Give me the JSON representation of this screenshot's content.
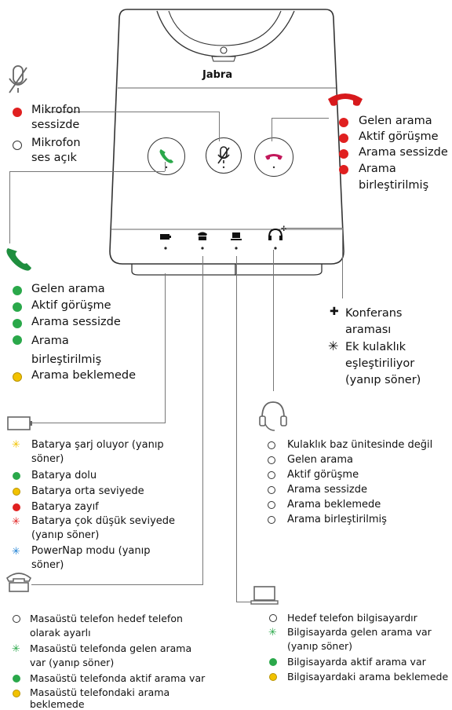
{
  "brand": "Jabra",
  "mute": {
    "items": [
      {
        "label": "Mikrofon\nsessizde",
        "color": "#e02020"
      },
      {
        "label": "Mikrofon\nses açık",
        "color": "ring"
      }
    ]
  },
  "hangup": {
    "items": [
      "Gelen arama",
      "Aktif görüşme",
      "Arama sessizde",
      "Arama\nbirleştirilmiş"
    ]
  },
  "answer": {
    "items": [
      "Gelen arama",
      "Aktif görüşme",
      "Arama sessizde",
      "Arama\nbirleştirilmiş",
      "Arama beklemede"
    ]
  },
  "conference": {
    "conf_label": "Konferans\naraması",
    "pair_label": "Ek kulaklık\neşleştiriliyor\n(yanıp söner)"
  },
  "battery": {
    "items": [
      {
        "label": "Batarya şarj oluyor (yanıp\nsöner)",
        "color": "#f2c200"
      },
      {
        "label": "Batarya dolu",
        "color": "#2aa84a"
      },
      {
        "label": "Batarya orta seviyede",
        "color": "#f2c200"
      },
      {
        "label": "Batarya zayıf",
        "color": "#e02020"
      },
      {
        "label": "Batarya çok düşük seviyede\n(yanıp söner)",
        "color": "#e02020"
      },
      {
        "label": "PowerNap modu (yanıp\nsöner)",
        "color": "#1b7fd4"
      }
    ]
  },
  "headset": {
    "items": [
      "Kulaklık baz ünitesinde değil",
      "Gelen arama",
      "Aktif görüşme",
      "Arama sessizde",
      "Arama beklemede",
      "Arama birleştirilmiş"
    ]
  },
  "deskphone": {
    "items": [
      {
        "label": "Masaüstü telefon hedef telefon\nolarak ayarlı",
        "color": "ring"
      },
      {
        "label": "Masaüstü telefonda gelen arama\nvar (yanıp söner)",
        "color": "#2aa84a"
      },
      {
        "label": "Masaüstü telefonda aktif arama var",
        "color": "#2aa84a"
      },
      {
        "label": "Masaüstü telefondaki arama\nbeklemede",
        "color": "#f2c200"
      }
    ]
  },
  "computer": {
    "items": [
      {
        "label": "Hedef telefon bilgisayardır",
        "color": "ring"
      },
      {
        "label": "Bilgisayarda gelen arama var\n(yanıp söner)",
        "color": "#2aa84a"
      },
      {
        "label": "Bilgisayarda aktif arama var",
        "color": "#2aa84a"
      },
      {
        "label": "Bilgisayardaki arama beklemede",
        "color": "#f2c200"
      }
    ]
  }
}
